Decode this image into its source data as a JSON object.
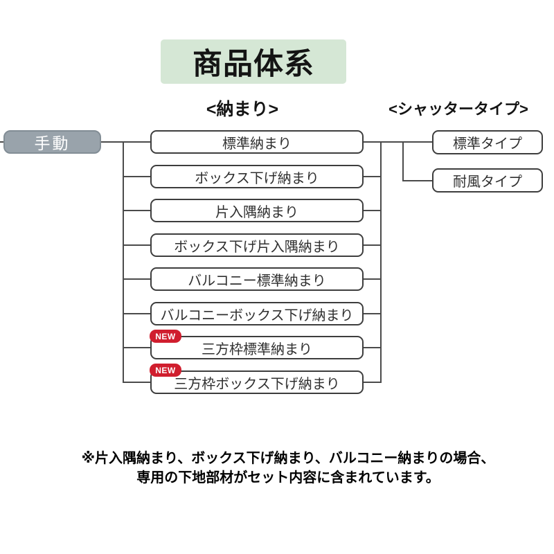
{
  "title": "商品体系",
  "headings": {
    "installation": "<納まり>",
    "shutter": "<シャッタータイプ>"
  },
  "root": {
    "label": "手動"
  },
  "installations": [
    {
      "label": "標準納まり",
      "is_new": false
    },
    {
      "label": "ボックス下げ納まり",
      "is_new": false
    },
    {
      "label": "片入隅納まり",
      "is_new": false
    },
    {
      "label": "ボックス下げ片入隅納まり",
      "is_new": false
    },
    {
      "label": "バルコニー標準納まり",
      "is_new": false
    },
    {
      "label": "バルコニーボックス下げ納まり",
      "is_new": false
    },
    {
      "label": "三方枠標準納まり",
      "is_new": true
    },
    {
      "label": "三方枠ボックス下げ納まり",
      "is_new": true
    }
  ],
  "shutter_types": [
    {
      "label": "標準タイプ"
    },
    {
      "label": "耐風タイプ"
    }
  ],
  "badge": {
    "label": "NEW"
  },
  "note": {
    "line1": "※片入隅納まり、ボックス下げ納まり、バルコニー納まりの場合、",
    "line2": "専用の下地部材がセット内容に含まれています。"
  },
  "colors": {
    "title_bg": "#d5e7d5",
    "root_fill": "#99a3ab",
    "badge_red": "#d01e2e",
    "box_border": "#3d3d3d",
    "line": "#4a4a4a"
  }
}
